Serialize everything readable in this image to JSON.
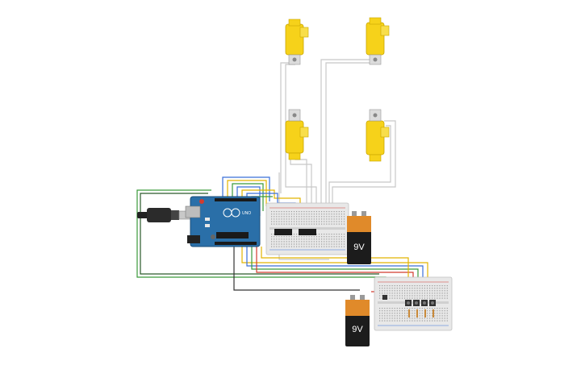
{
  "battery_top": {
    "label": "9V"
  },
  "battery_bottom": {
    "label": "9V"
  },
  "arduino": {
    "model_label": "UNO"
  },
  "colors": {
    "motor_yellow": "#f6d21a",
    "arduino_blue": "#2a6fa8",
    "battery_black": "#1c1c1c",
    "battery_copper": "#e08a2a",
    "breadboard": "#e8e8e8",
    "wire_red": "#d23b2e",
    "wire_green": "#3a9a3a",
    "wire_yellow": "#e2b400",
    "wire_blue": "#3a6fd8",
    "wire_dark": "#333333",
    "wire_white": "#c8c8c8"
  },
  "icons": {
    "usb_cable": "usb-cable-icon",
    "motor": "dc-gear-motor-icon",
    "battery": "battery-9v-icon",
    "chip": "motor-driver-chip-icon",
    "button": "push-button-icon"
  }
}
